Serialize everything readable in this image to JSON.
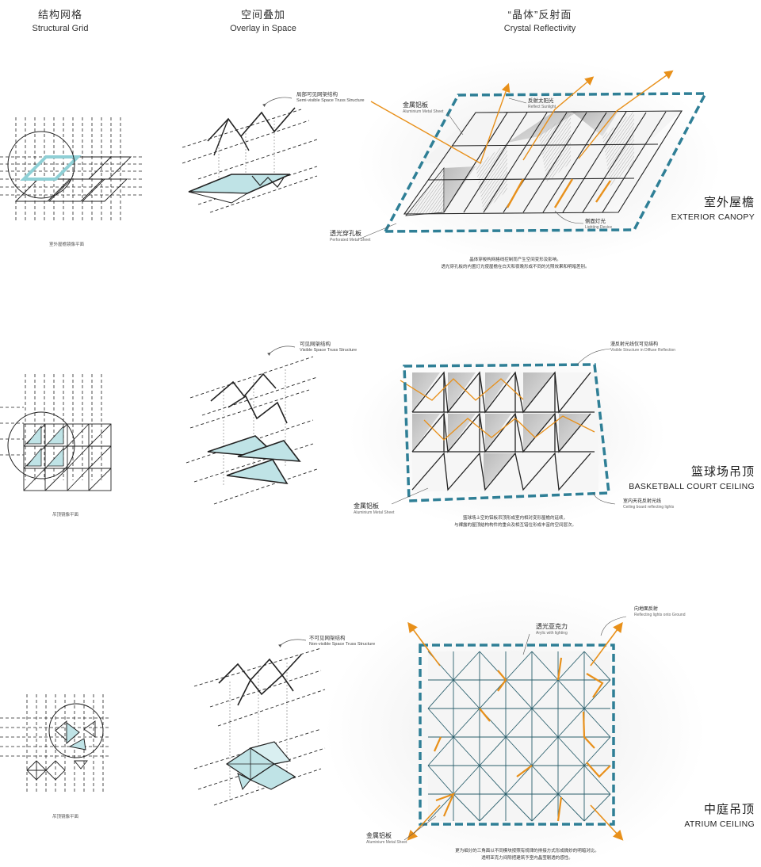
{
  "columns": {
    "grid": {
      "zh": "结构网格",
      "en": "Structural Grid"
    },
    "overlay": {
      "zh": "空间叠加",
      "en": "Overlay in Space"
    },
    "crystal": {
      "zh": "“晶体”反射面",
      "en": "Crystal Reflectivity"
    }
  },
  "sections": [
    {
      "label_zh": "室外屋檐",
      "label_en": "EXTERIOR CANOPY",
      "grid_caption": "室外屋檐镜像平面",
      "overlay_note": {
        "zh": "局部可见网架结构",
        "en": "Semi-visible Space Truss Structure"
      },
      "callouts": [
        {
          "zh": "金属铝板",
          "en": "Aluminium Metal Sheet"
        },
        {
          "zh": "反射太阳光",
          "en": "Reflect Sunlight"
        },
        {
          "zh": "透光穿孔板",
          "en": "Perforated Metal Sheet"
        },
        {
          "zh": "侧面灯光",
          "en": "Lighting Device"
        }
      ],
      "caption": [
        "晶体穿梭构网格线控制而产生空间变形及影响。",
        "透光穿孔板的内置灯光使屋檐在白天和夜晚形成不同的光照效果和明暗差别。"
      ]
    },
    {
      "label_zh": "篮球场吊顶",
      "label_en": "BASKETBALL COURT CEILING",
      "grid_caption": "吊顶镜像平面",
      "overlay_note": {
        "zh": "可见网架结构",
        "en": "Visible Space Truss Structure"
      },
      "callouts": [
        {
          "zh": "漫反射光线仅可见结构",
          "en": "Visible Structure in Diffuse Reflection"
        },
        {
          "zh": "金属铝板",
          "en": "Aluminium Metal Sheet"
        },
        {
          "zh": "室内天花反射光线",
          "en": "Ceiling board reflecting lights"
        }
      ],
      "caption": [
        "篮球场上空的铝板吊顶形成室内相对变形屋檐的延续，",
        "与裸露的屋顶结构构件的重合及相互错位形成丰富的空间层次。"
      ]
    },
    {
      "label_zh": "中庭吊顶",
      "label_en": "ATRIUM CEILING",
      "grid_caption": "吊顶镜像平面",
      "overlay_note": {
        "zh": "不可见网架结构",
        "en": "Non-visible Space Truss Structure"
      },
      "callouts": [
        {
          "zh": "向地面反射",
          "en": "Reflecting lights onto Ground"
        },
        {
          "zh": "透光亚克力",
          "en": "Arylic with lighting"
        },
        {
          "zh": "金属铝板",
          "en": "Aluminium Metal Sheet"
        }
      ],
      "caption": [
        "更为细分的三角面以不同模块按照有规律的排接方式形成微妙的明暗对比。",
        "透明亚克力间隙把建筑予室内晶莹剔透的感性。"
      ]
    }
  ],
  "colors": {
    "accent_orange": "#e8901a",
    "frame_blue": "#2f7f96",
    "panel_cyan": "#bfe3e6",
    "line": "#222222"
  }
}
